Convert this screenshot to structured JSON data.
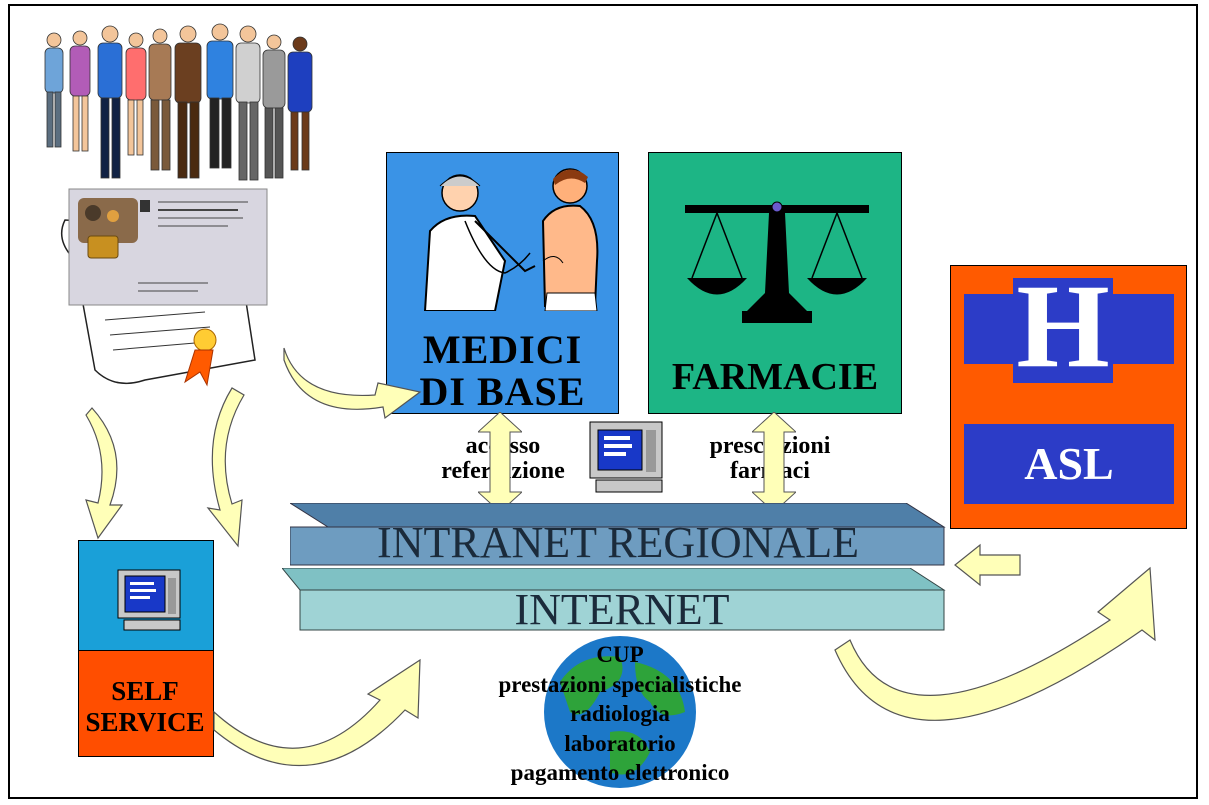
{
  "boxes": {
    "medici": {
      "line1": "MEDICI",
      "line2": "DI BASE",
      "color": "#3a93e6"
    },
    "farmacie": {
      "label": "FARMACIE",
      "color": "#1db585"
    },
    "asl": {
      "label": "ASL",
      "h_letter": "H",
      "outer_color": "#ff5a00",
      "inner_color": "#2c3cc7"
    },
    "self_service": {
      "line1": "SELF",
      "line2": "SERVICE",
      "top_color": "#1aa0d8",
      "bottom_color": "#ff4e00"
    }
  },
  "bars": {
    "intranet": {
      "label": "INTRANET REGIONALE",
      "color": "#6e9cc0"
    },
    "internet": {
      "label": "INTERNET",
      "color": "#9fd3d5"
    }
  },
  "connections": {
    "medici": {
      "line1": "accesso",
      "line2": "refertazione"
    },
    "farmacie": {
      "line1": "prescrizioni",
      "line2": "farmaci"
    }
  },
  "services": [
    "CUP",
    "prestazioni specialistiche",
    "radiologia",
    "laboratorio",
    "pagamento elettronico"
  ],
  "icons": {
    "people": "people-group-icon",
    "card": "health-card-icon",
    "certificate": "certificate-scroll-icon",
    "doctor": "doctor-patient-icon",
    "scale": "scales-icon",
    "computer": "computer-icon",
    "globe": "globe-icon",
    "arrow": "curved-arrow-icon"
  },
  "arrow_color": "#ffffb8"
}
